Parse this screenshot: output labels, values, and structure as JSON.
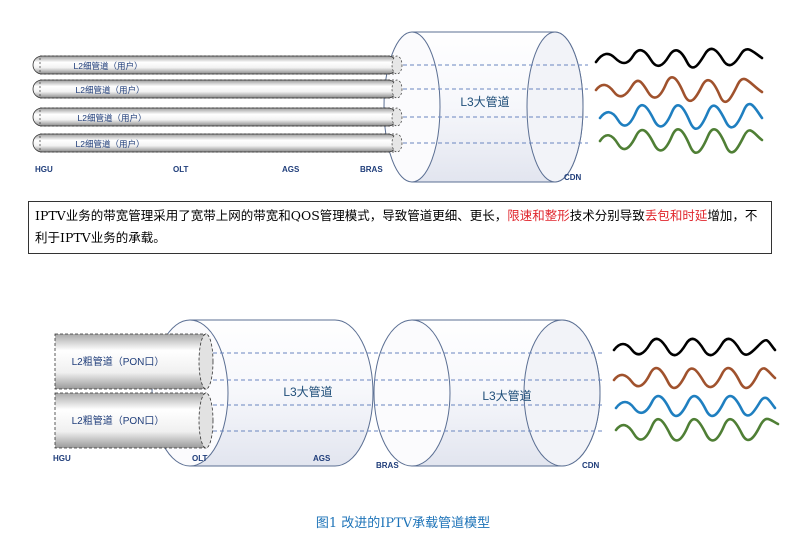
{
  "diagram1": {
    "l2_thin_pipes": [
      "L2细管道（用户）",
      "L2细管道（用户）",
      "L2细管道（用户）",
      "L2细管道（用户）"
    ],
    "l3_pipe_label": "L3大管道",
    "node_labels": [
      "HGU",
      "OLT",
      "AGS",
      "BRAS",
      "CDN"
    ]
  },
  "note": {
    "part1": "IPTV业务的带宽管理采用了宽带上网的带宽和QOS管理模式，导致管道更细、更长，",
    "highlight1": "限速和整形",
    "part2": "技术分别导致",
    "highlight2": "丢包和时延",
    "part3": "增加，不利于IPTV业务的承载。"
  },
  "diagram2": {
    "l2_thick_pipes": [
      "L2粗管道（PON口）",
      "L2粗管道（PON口）"
    ],
    "l3_pipe_labels": [
      "L3大管道",
      "L3大管道"
    ],
    "node_labels": [
      "HGU",
      "OLT",
      "AGS",
      "BRAS",
      "CDN"
    ]
  },
  "caption": "图1  改进的IPTV承载管道模型",
  "colors": {
    "label_blue": "#1f4e79",
    "caption_blue": "#1d73b8",
    "wave_black": "#000000",
    "wave_brown": "#a0522d",
    "wave_blue": "#1f7fc0",
    "wave_green": "#4f7f35",
    "highlight_red": "#e0262d"
  }
}
